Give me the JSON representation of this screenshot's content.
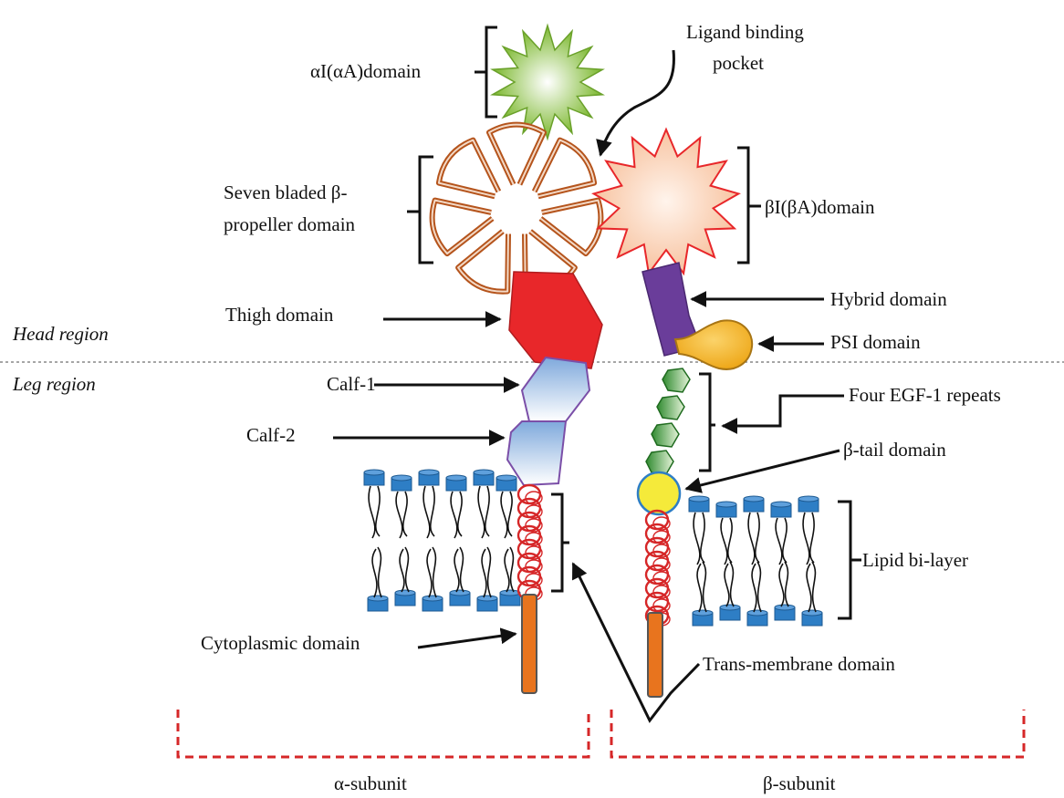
{
  "regions": {
    "head": "Head region",
    "leg": "Leg region"
  },
  "labels": {
    "ai_domain": "αI(αA)domain",
    "ligand_pocket_line1": "Ligand binding",
    "ligand_pocket_line2": "pocket",
    "propeller_line1": "Seven bladed β-",
    "propeller_line2": "propeller domain",
    "bi_domain": "βI(βA)domain",
    "thigh": "Thigh domain",
    "hybrid": "Hybrid domain",
    "psi": "PSI domain",
    "calf1": "Calf-1",
    "calf2": "Calf-2",
    "egf": "Four EGF-1 repeats",
    "beta_tail": "β-tail domain",
    "lipid": "Lipid bi-layer",
    "cytoplasmic": "Cytoplasmic domain",
    "transmembrane": "Trans-membrane domain"
  },
  "subunits": {
    "alpha": "α-subunit",
    "beta": "β-subunit"
  },
  "colors": {
    "ai_domain": "#8dc63f",
    "bi_domain": "#f9c9a8",
    "propeller": "#b5541c",
    "thigh": "#e8272a",
    "hybrid": "#6a3d9a",
    "psi": "#f5b82e",
    "calf": "#a9c8ec",
    "egf": "#3a9a3a",
    "beta_tail": "#f5ea3a",
    "helix": "#d62728",
    "cytoplasmic_tail": "#e8741e",
    "lipid_head": "#2e7ec5",
    "subunit_bracket": "#d62728",
    "region_divider": "#888888"
  }
}
